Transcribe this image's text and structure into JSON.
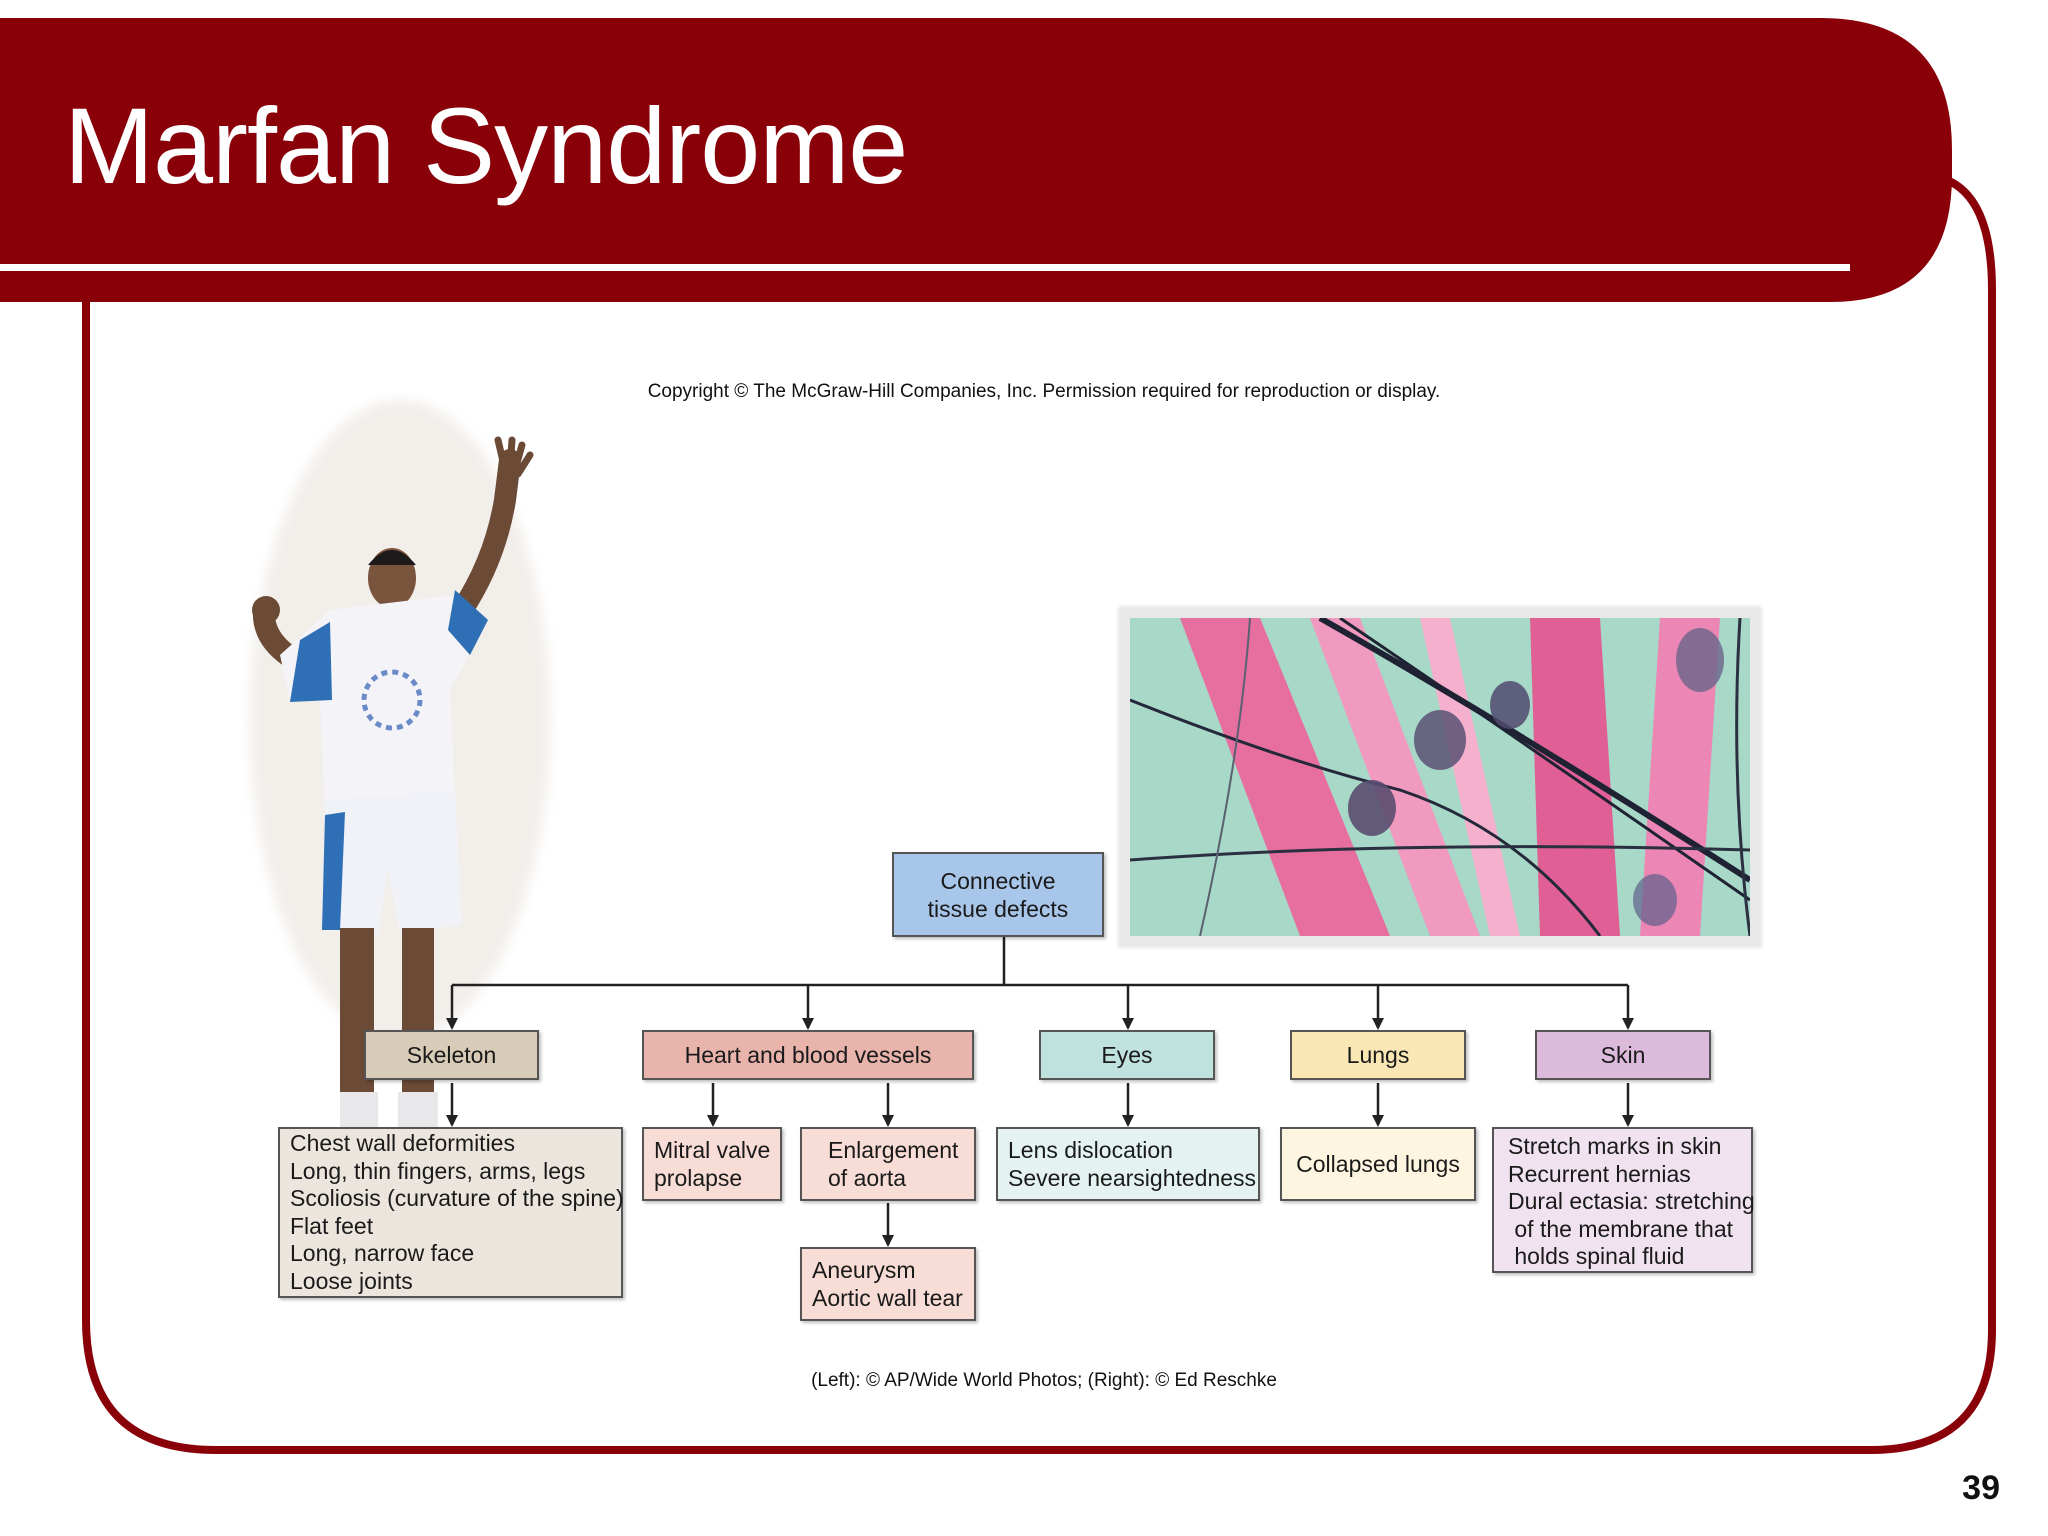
{
  "slide": {
    "title": "Marfan Syndrome",
    "copyright": "Copyright © The McGraw-Hill Companies, Inc. Permission required for reproduction or display.",
    "credit": "(Left): © AP/Wide World Photos; (Right): © Ed Reschke",
    "page_number": "39"
  },
  "colors": {
    "banner": "#8a0008",
    "root": "#a8c6ea",
    "skeleton": "#d8cbb8",
    "skeleton_detail": "#ece5de",
    "heart": "#e8b4ac",
    "heart_detail": "#f8dcd6",
    "eyes": "#bfe2df",
    "eyes_detail": "#e4f3f1",
    "lungs": "#fbe7b4",
    "lungs_detail": "#fdf5df",
    "skin": "#dcbadb",
    "skin_detail": "#f0e2ef"
  },
  "diagram": {
    "root": [
      "Connective",
      "tissue defects"
    ],
    "categories": {
      "skeleton": "Skeleton",
      "heart": "Heart and blood vessels",
      "eyes": "Eyes",
      "lungs": "Lungs",
      "skin": "Skin"
    },
    "details": {
      "skeleton": [
        "Chest wall deformities",
        "Long, thin fingers, arms, legs",
        "Scoliosis (curvature of the spine)",
        "Flat feet",
        "Long, narrow face",
        "Loose joints"
      ],
      "mitral": [
        "Mitral valve",
        "prolapse"
      ],
      "aorta": [
        "Enlargement",
        "of aorta"
      ],
      "aneurysm": [
        "Aneurysm",
        "Aortic wall tear"
      ],
      "eyes": [
        "Lens dislocation",
        "Severe nearsightedness"
      ],
      "lungs": [
        "Collapsed lungs"
      ],
      "skin": [
        "Stretch marks in skin",
        "Recurrent hernias",
        "Dural ectasia: stretching",
        " of the membrane that",
        " holds spinal fluid"
      ]
    }
  },
  "images": {
    "left_photo": "athlete-photo",
    "right_photo": "micrograph-elastic-fibers"
  }
}
